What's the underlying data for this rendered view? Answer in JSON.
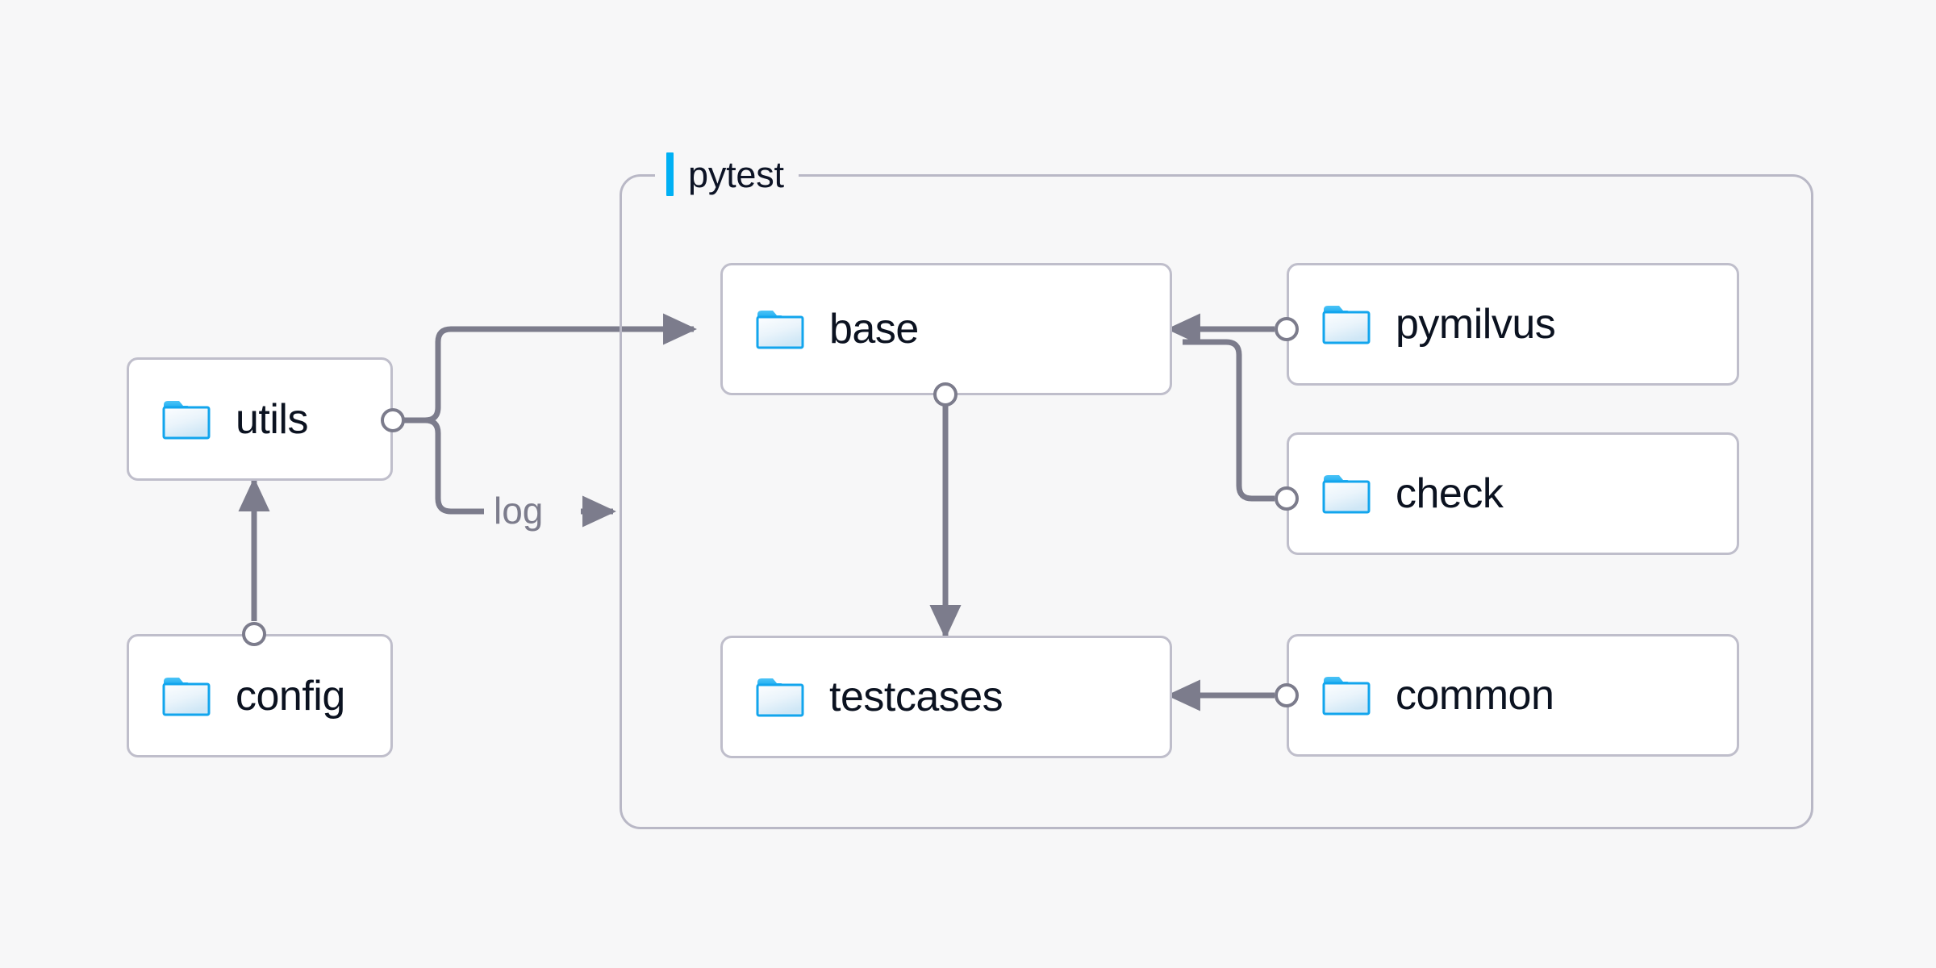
{
  "canvas": {
    "background": "#f7f7f8",
    "edge_color": "#7c7c8c",
    "node_border": "#bfbecb",
    "node_fill": "#ffffff",
    "group_border": "#b9b8c6",
    "accent": "#00b0f4",
    "text_color": "#0b1220"
  },
  "group": {
    "label": "pytest",
    "accent_color": "#00b0f4"
  },
  "nodes": [
    {
      "id": "utils",
      "label": "utils",
      "icon": "folder-icon"
    },
    {
      "id": "config",
      "label": "config",
      "icon": "folder-icon"
    },
    {
      "id": "base",
      "label": "base",
      "icon": "folder-icon"
    },
    {
      "id": "testcases",
      "label": "testcases",
      "icon": "folder-icon"
    },
    {
      "id": "pymilvus",
      "label": "pymilvus",
      "icon": "folder-icon"
    },
    {
      "id": "check",
      "label": "check",
      "icon": "folder-icon"
    },
    {
      "id": "common",
      "label": "common",
      "icon": "folder-icon"
    }
  ],
  "edges": [
    {
      "id": "utils-base",
      "from": "utils",
      "to": "base",
      "label": ""
    },
    {
      "id": "utils-log",
      "from": "utils",
      "to": "pytest",
      "label": "log"
    },
    {
      "id": "config-utils",
      "from": "config",
      "to": "utils",
      "label": ""
    },
    {
      "id": "base-testcases",
      "from": "base",
      "to": "testcases",
      "label": ""
    },
    {
      "id": "pymilvus-base",
      "from": "pymilvus",
      "to": "base",
      "label": ""
    },
    {
      "id": "check-base",
      "from": "check",
      "to": "base",
      "label": ""
    },
    {
      "id": "common-testcases",
      "from": "common",
      "to": "testcases",
      "label": ""
    }
  ]
}
